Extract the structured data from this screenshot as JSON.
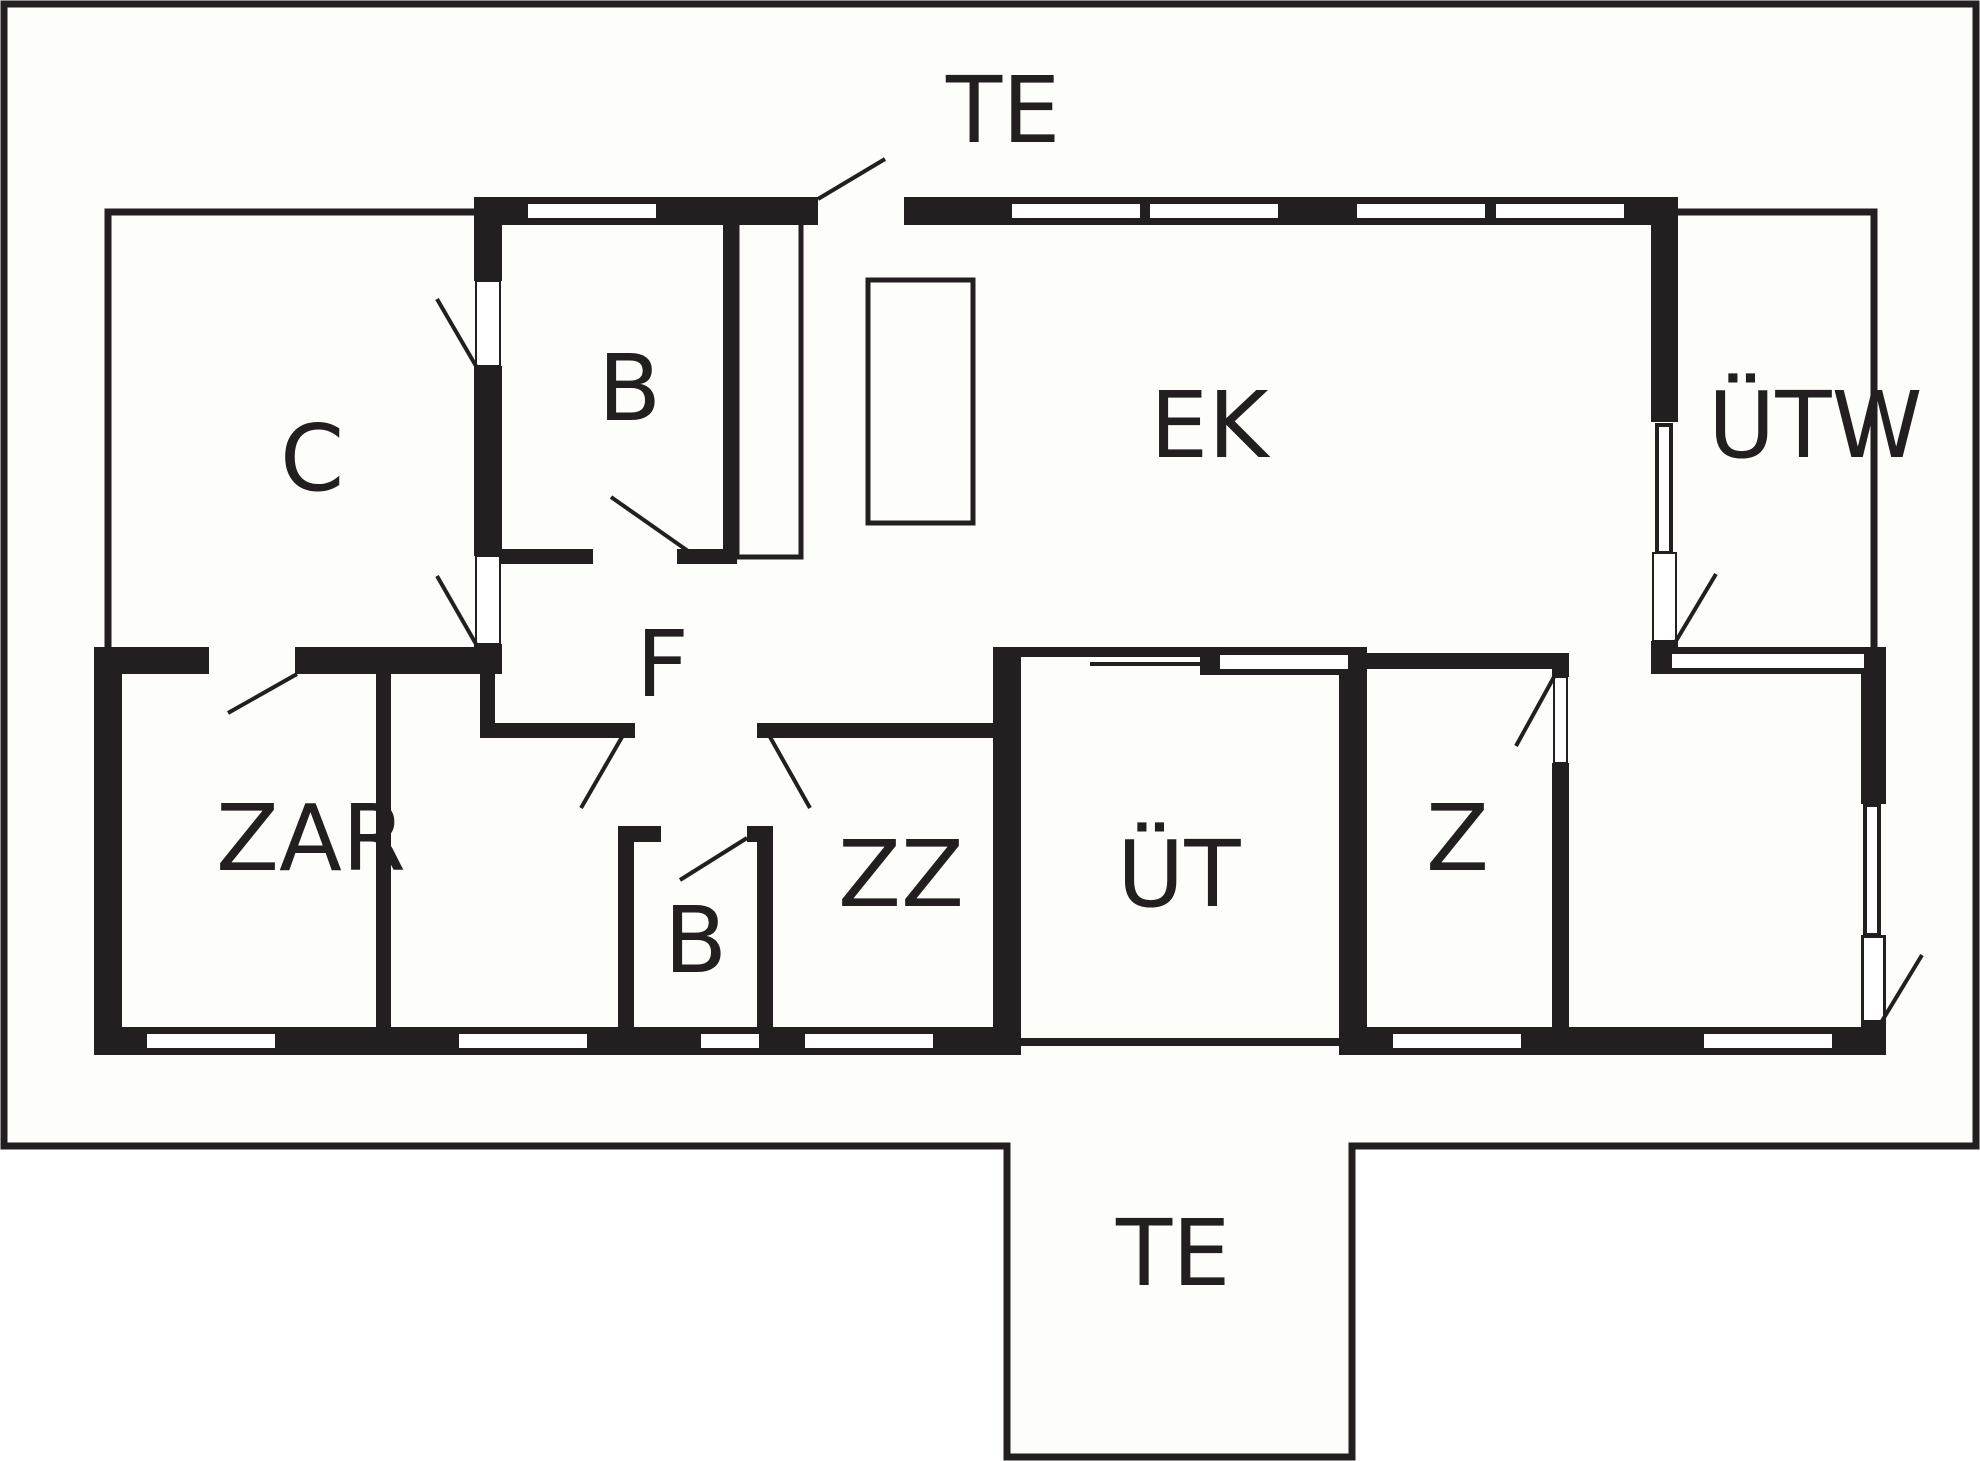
{
  "floor_plan": {
    "colors": {
      "wall": "#231f20",
      "terrace": "#fdfef9",
      "window": "#ffffff"
    },
    "labels": {
      "terrace_top": "TE",
      "terrace_bottom": "TE",
      "room_c": "C",
      "bath_upper": "B",
      "living_kitchen": "EK",
      "utility_w": "ÜTW",
      "hall": "F",
      "room_zar": "ZAR",
      "bath_lower": "B",
      "room_zz": "ZZ",
      "room_ut": "ÜT",
      "room_z": "Z"
    }
  }
}
